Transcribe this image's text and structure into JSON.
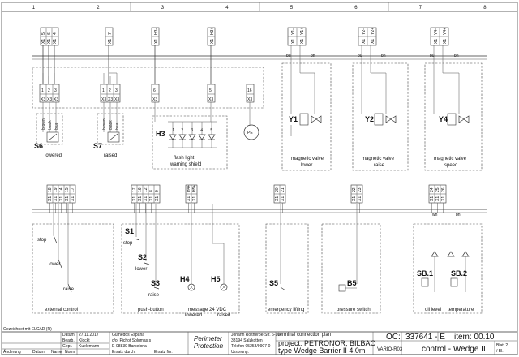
{
  "column_numbers": [
    "1",
    "2",
    "3",
    "4",
    "5",
    "6",
    "7",
    "8"
  ],
  "top_terminals": {
    "t1": "5",
    "t2": "6",
    "t3": "4",
    "t4": "7",
    "t5": "H3-",
    "t6": "H3+",
    "t7": "Y1-",
    "t8": "Y1+",
    "t9": "Y2-",
    "t10": "Y2+",
    "t11": "Y4-",
    "t12": "Y4+"
  },
  "x3": {
    "a1": "1",
    "a2": "2",
    "a3": "3",
    "b1": "1",
    "b2": "2",
    "b3": "3",
    "c1": "6",
    "c2": "5",
    "c3": "16"
  },
  "sensors": {
    "s6_name": "S6",
    "s6_caption": "lowered",
    "s6_wire1": "brown",
    "s6_wire2": "black",
    "s6_wire3": "blue",
    "s7_name": "S7",
    "s7_caption": "raised",
    "s7_wire1": "brown",
    "s7_wire2": "black",
    "s7_wire3": "blue"
  },
  "flash": {
    "name": "H3",
    "caption1": "flash light",
    "caption2": "warning shield"
  },
  "ground": {
    "label": "PE"
  },
  "valves": {
    "y1": {
      "name": "Y1",
      "wire1": "bu",
      "wire2": "bn",
      "caption1": "magnetic valve",
      "caption2": "lower"
    },
    "y2": {
      "name": "Y2",
      "wire1": "bu",
      "wire2": "bn",
      "caption1": "magnetic valve",
      "caption2": "raise"
    },
    "y4": {
      "name": "Y4",
      "wire1": "bu",
      "wire2": "bn",
      "caption1": "magnetic valve",
      "caption2": "speed"
    }
  },
  "bottom_terminals": [
    {
      "labels": [
        "18",
        "19",
        "14",
        "15",
        "17"
      ]
    },
    {
      "labels": [
        "17",
        "16",
        "12",
        "8",
        "9"
      ]
    },
    {
      "labels": [
        "H4+",
        "H5+"
      ]
    },
    {
      "labels": [
        "20",
        "21"
      ]
    },
    {
      "labels": [
        "22",
        "23"
      ]
    },
    {
      "labels": [
        "24",
        "25",
        "26"
      ]
    }
  ],
  "ext_control": {
    "stop": "stop",
    "lower": "lower",
    "raise": "raise",
    "caption": "external control"
  },
  "push": {
    "s1": "S1",
    "s1_caption": "stop",
    "s2": "S2",
    "s2_caption": "lower",
    "s3": "S3",
    "s3_caption": "raise",
    "caption": "push-button"
  },
  "lamps": {
    "h4": "H4",
    "h5": "H5",
    "caption": "message 24 VDC",
    "lowered": "lowered",
    "raised": "raised"
  },
  "emergency": {
    "s5": "S5",
    "caption": "emergency lifting"
  },
  "pressure": {
    "b5": "B5",
    "caption": "pressure switch"
  },
  "oil": {
    "sb1": "SB.1",
    "sb2": "SB.2",
    "wire1": "wh",
    "wire2": "bn",
    "caption1": "oil level",
    "caption2": "temperature"
  },
  "title_block": {
    "drawn_note": "Gezeichnet mit ELCAD (R)",
    "date_lbl": "Datum",
    "date": "27.11.2017",
    "bearb_lbl": "Bearb.",
    "bearb": "Klockt",
    "gepr_lbl": "Gepr.",
    "gepr": "Kuelemann",
    "rev_lbl": "Änderung",
    "datum_lbl": "Datum",
    "name_lbl": "Name",
    "norm_lbl": "Norm",
    "client1": "Gumedos Espana",
    "client2": "c/o. Pichot Solumas s",
    "client3": "E-08839 Barcelona",
    "ersatz_fuer": "Ersatz durch:",
    "ersatz_durch": "Ersatz für:",
    "company1": "Perimeter",
    "company2": "Protection",
    "addr1": "Johann Roitnerbe-Str. 6-10",
    "addr2": "33194 Salzkotten",
    "addr3": "Telefon 05258/9907-0",
    "ursprung": "Ursprung:",
    "plan": "terminal connection plan",
    "project": "project: PETRONOR, BILBAO",
    "type": "type  Wedge Barrier II  4,0m",
    "oc_label": "OC:",
    "oc_value": "337641 - E",
    "item": "item: 00.10",
    "code": "VARIO-R03",
    "sheet_title": "control - Wedge II",
    "blatt": "Blatt 2",
    "bl": "/ Bl."
  }
}
